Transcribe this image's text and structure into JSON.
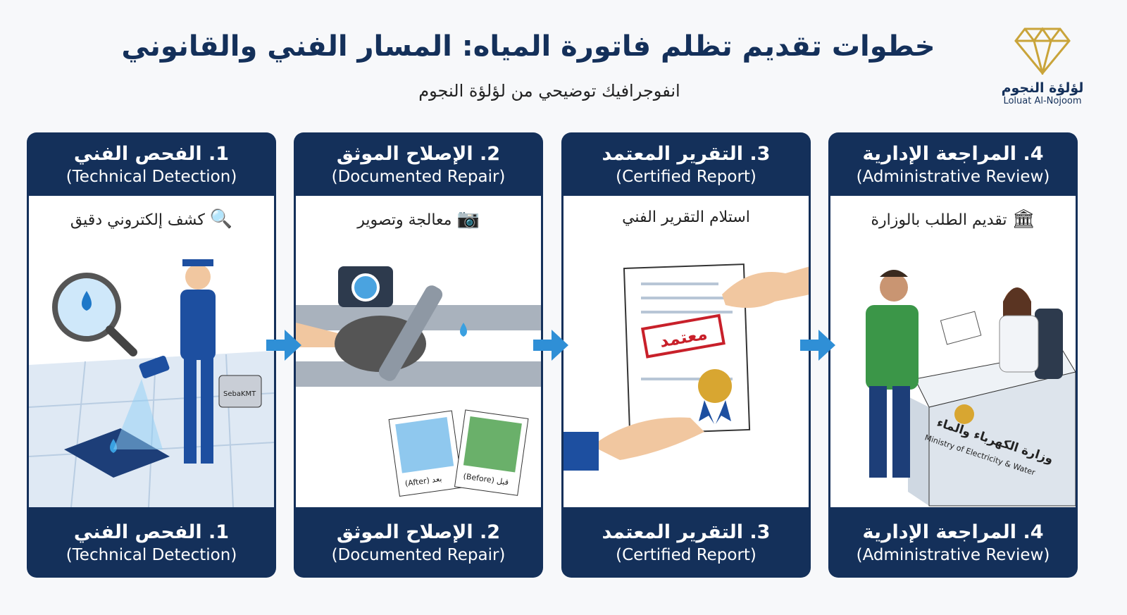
{
  "header": {
    "title": "خطوات تقديم تظلم فاتورة المياه: المسار الفني والقانوني",
    "subtitle": "انفوجرافيك توضيحي من لؤلؤة النجوم"
  },
  "logo": {
    "name_ar": "لؤلؤة النجوم",
    "name_en": "Loluat Al-Nojoom",
    "icon": "diamond-icon",
    "color": "#c9a43a"
  },
  "colors": {
    "navy": "#14305a",
    "arrow": "#2f8fd6",
    "panel": "#ffffff"
  },
  "steps": [
    {
      "title_ar": "1. الفحص الفني",
      "title_en": "(Technical Detection)",
      "caption": "كشف إلكتروني دقيق",
      "icon": "magnifier-icon",
      "device_label": "SebaKMT"
    },
    {
      "title_ar": "2. الإصلاح الموثق",
      "title_en": "(Documented Repair)",
      "caption": "معالجة وتصوير",
      "icon": "camera-icon",
      "photo_after": "(After) بعد",
      "photo_before": "(Before) قبل"
    },
    {
      "title_ar": "3. التقرير المعتمد",
      "title_en": "(Certified Report)",
      "caption": "استلام التقرير الفني",
      "icon": "document-icon",
      "stamp": "معتمد"
    },
    {
      "title_ar": "4. المراجعة الإدارية",
      "title_en": "(Administrative Review)",
      "caption": "تقديم الطلب بالوزارة",
      "icon": "bank-icon",
      "ministry_ar": "وزارة الكهرباء والماء",
      "ministry_en": "Ministry of Electricity & Water"
    }
  ]
}
